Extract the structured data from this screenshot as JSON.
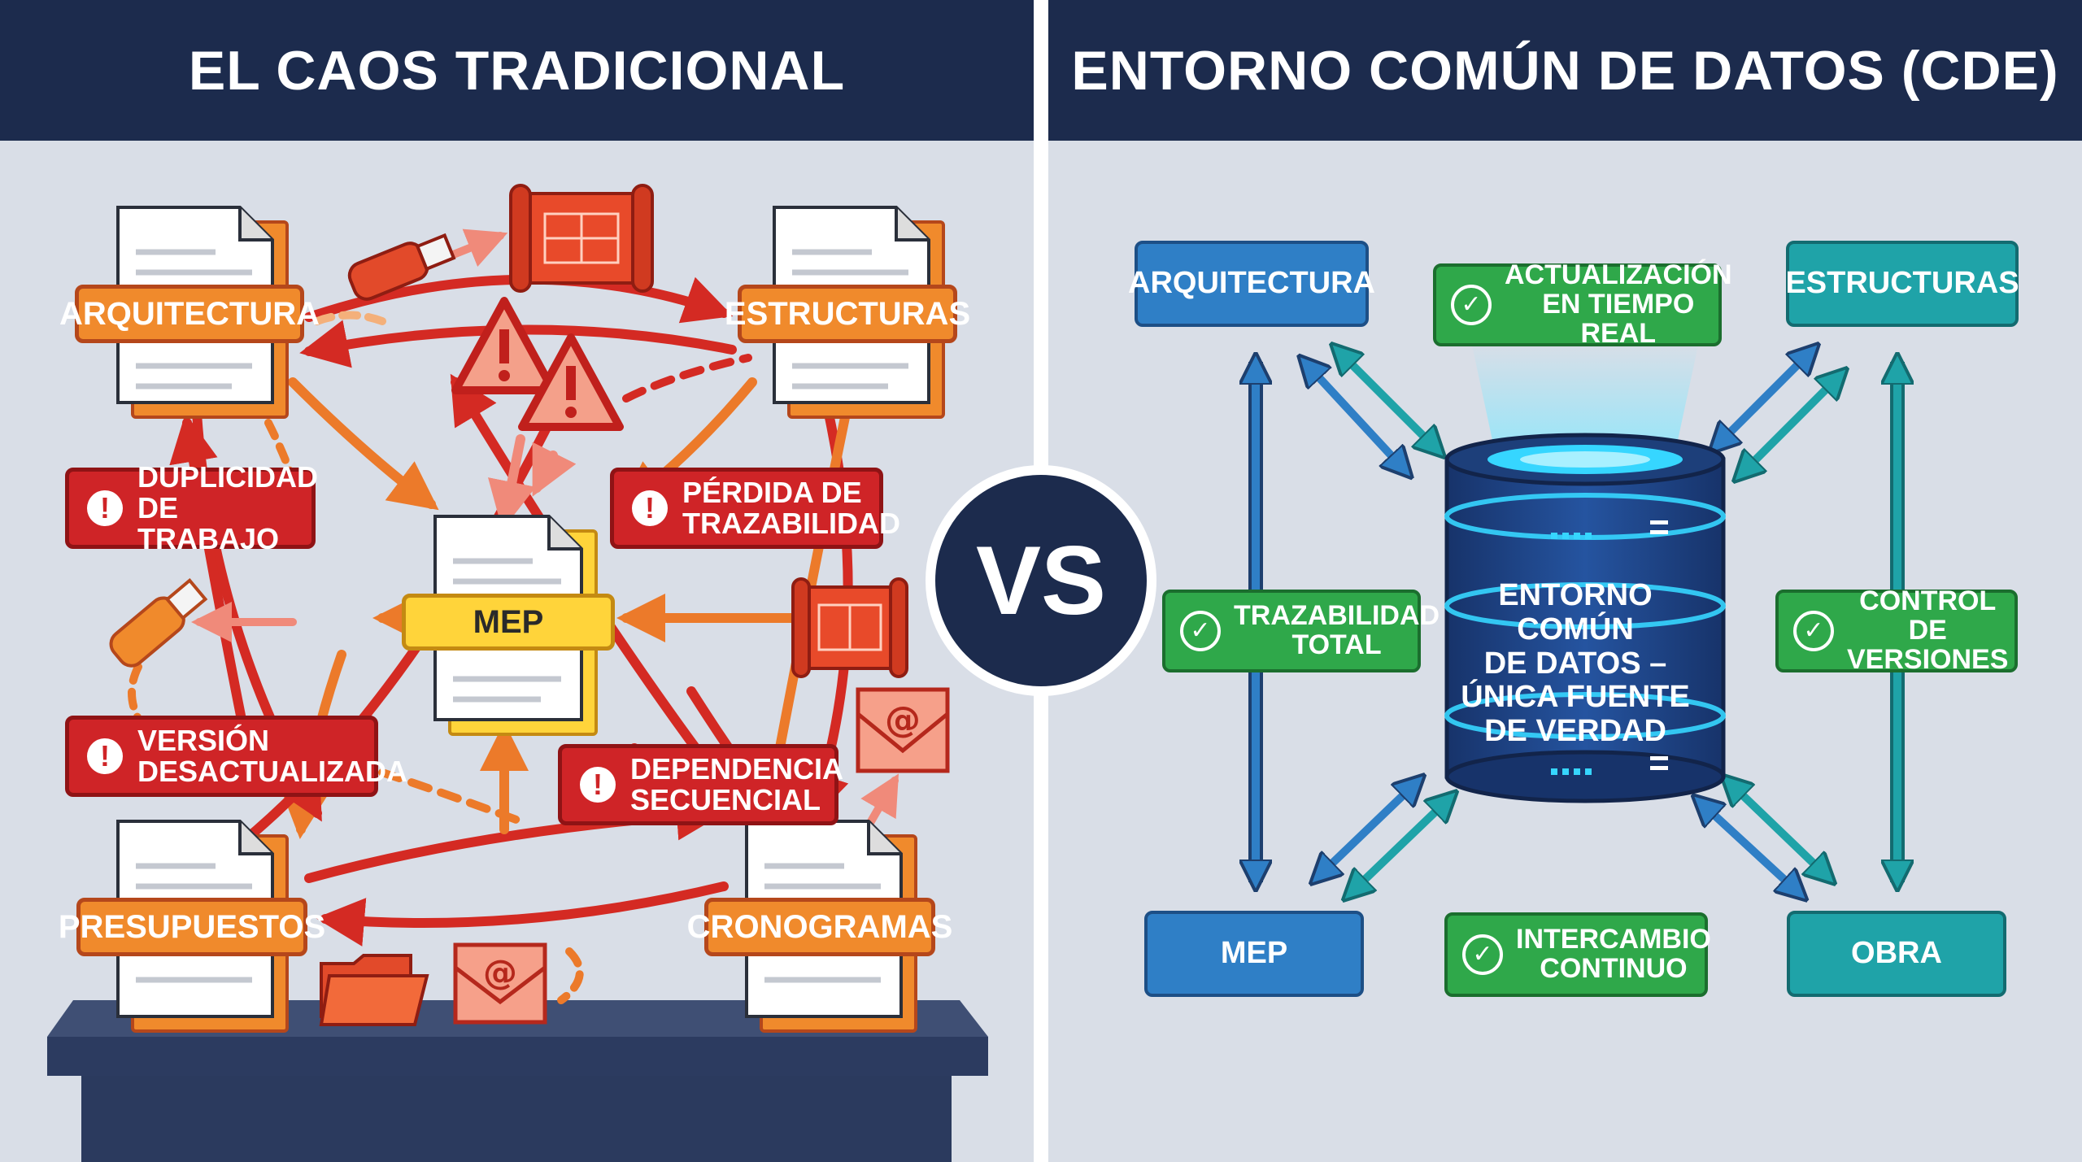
{
  "left": {
    "header": "EL CAOS TRADICIONAL",
    "docs": {
      "arquitectura": "ARQUITECTURA",
      "estructuras": "ESTRUCTURAS",
      "mep": "MEP",
      "presupuestos": "PRESUPUESTOS",
      "cronogramas": "CRONOGRAMAS"
    },
    "warnings": {
      "duplicidad": [
        "DUPLICIDAD",
        "DE TRABAJO"
      ],
      "perdida": [
        "PÉRDIDA DE",
        "TRAZABILIDAD"
      ],
      "version": [
        "VERSIÓN",
        "DESACTUALIZADA"
      ],
      "dependencia": [
        "DEPENDENCIA",
        "SECUENCIAL"
      ]
    },
    "warning_symbol": "!"
  },
  "vs_label": "VS",
  "right": {
    "header": "ENTORNO COMÚN DE DATOS (CDE)",
    "nodes": {
      "arquitectura": "ARQUITECTURA",
      "estructuras": "ESTRUCTURAS",
      "mep": "MEP",
      "obra": "OBRA"
    },
    "benefits": {
      "actualizacion": [
        "ACTUALIZACIÓN",
        "EN TIEMPO REAL"
      ],
      "trazabilidad": [
        "TRAZABILIDAD",
        "TOTAL"
      ],
      "control": [
        "CONTROL DE",
        "VERSIONES"
      ],
      "intercambio": [
        "INTERCAMBIO",
        "CONTINUO"
      ]
    },
    "cde_center": [
      "ENTORNO COMÚN",
      "DE DATOS –",
      "ÚNICA FUENTE",
      "DE VERDAD"
    ]
  },
  "icons": [
    "document-icon",
    "usb-drive-icon",
    "blueprint-icon",
    "warning-triangle-icon",
    "email-icon",
    "folder-icon",
    "desk-icon",
    "database-icon",
    "check-icon",
    "bidirectional-arrow-icon"
  ],
  "colors": {
    "header_bg": "#1c2b4d",
    "panel_bg": "#d9dee7",
    "chaos_red": "#cf2427",
    "chaos_orange": "#f08a2c",
    "mep_yellow": "#ffd43a",
    "cde_blue": "#2f7fc6",
    "cde_teal": "#1fa3a8",
    "cde_green": "#2fa84a",
    "database_glow": "#36d6ff"
  }
}
